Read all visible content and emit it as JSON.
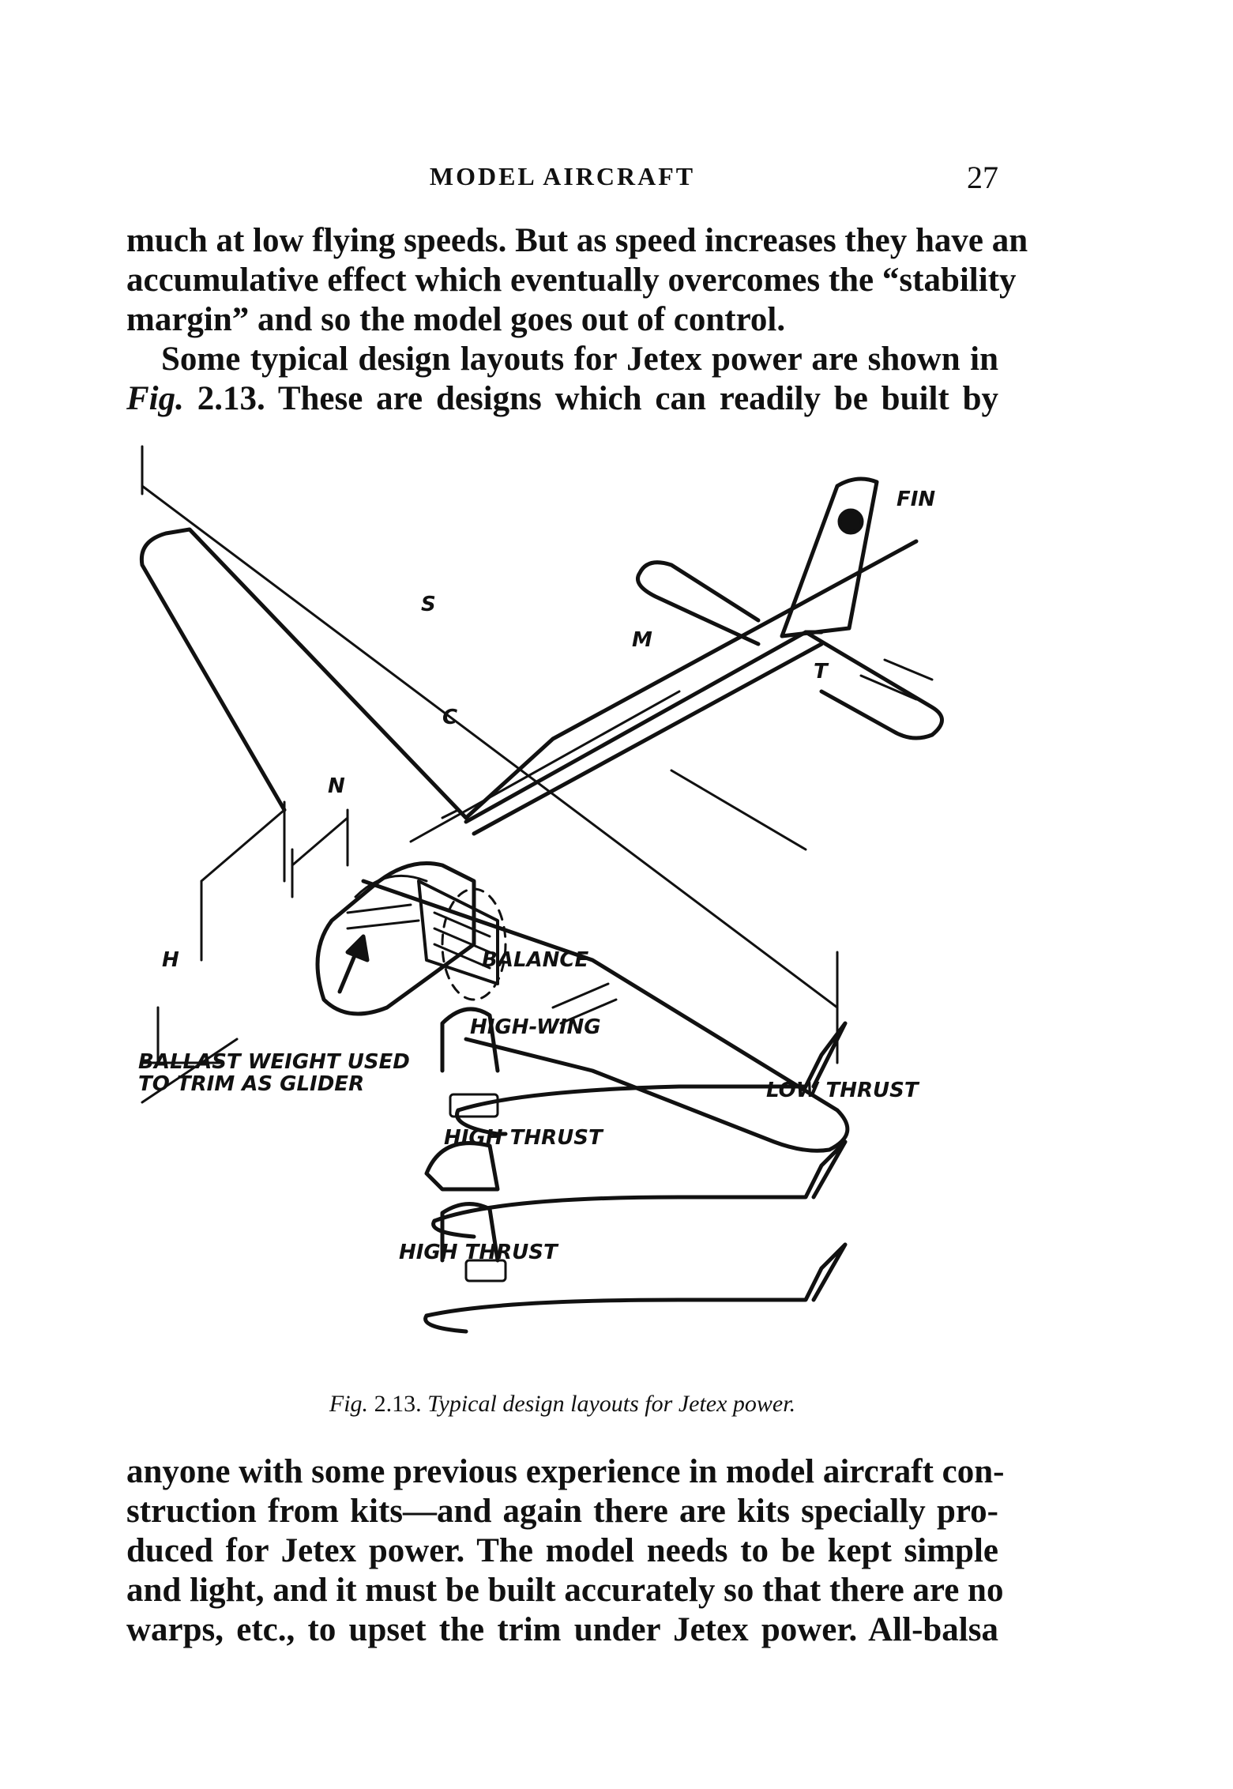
{
  "header": {
    "running_title": "MODEL AIRCRAFT",
    "page_number": "27"
  },
  "paragraph1": {
    "lines": [
      "much at low flying speeds. But as speed increases they have an",
      "accumulative effect which eventually overcomes the “stability",
      "margin” and so the model goes out of control."
    ]
  },
  "paragraph2": {
    "line1": "Some typical design layouts for Jetex power are shown in",
    "line2_fig": "Fig.",
    "line2_rest": " 2.13. These are designs which can readily be built by"
  },
  "figure": {
    "labels": {
      "fin": "FIN",
      "s": "S",
      "m": "M",
      "t": "T",
      "c": "C",
      "n": "N",
      "h": "H",
      "balance": "BALANCE",
      "ballast_line1": "BALLAST WEIGHT USED",
      "ballast_line2": "TO TRIM AS GLIDER",
      "high_wing": "HIGH-WING",
      "low_thrust": "LOW THRUST",
      "high_thrust_1": "HIGH THRUST",
      "high_thrust_2": "HIGH THRUST"
    }
  },
  "caption": {
    "fig_ref": "Fig.",
    "fig_num": " 2.13. ",
    "text": "Typical design layouts for Jetex power."
  },
  "paragraph3": {
    "lines": [
      "anyone with some previous experience in model aircraft con-",
      "struction from kits—and again there are kits specially pro-",
      "duced for Jetex power. The model needs to be kept simple",
      "and light, and it must be built accurately so that there are no",
      "warps, etc., to upset the trim under Jetex power. All-balsa"
    ]
  }
}
